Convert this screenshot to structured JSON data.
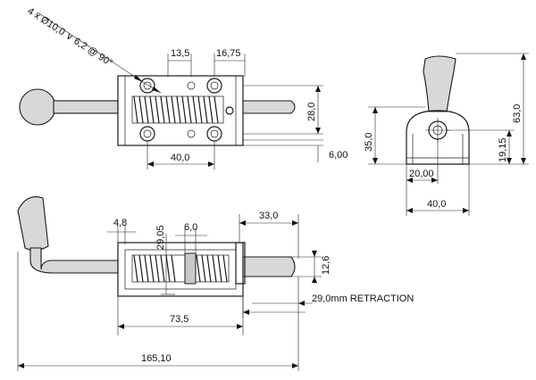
{
  "drawing": {
    "hole_callout": "4 x Ø10,0 ∨ 6,2 @ 90°",
    "top_view": {
      "pitch_a": "13,5",
      "pitch_b": "16,75",
      "hole_spacing_x": "40,0",
      "hole_spacing_y": "28,0",
      "plate_thickness": "6,00"
    },
    "end_view": {
      "overall_height": "63,0",
      "height_to_pin": "35,0",
      "pin_center_height": "19,15",
      "half_width": "20,00",
      "width": "40,0"
    },
    "side_view": {
      "dim_4_8": "4,8",
      "dim_29_05": "29,05",
      "dim_6_0": "6,0",
      "dim_33_0": "33,0",
      "pin_diameter": "12,6",
      "retraction": "29,0mm RETRACTION",
      "body_length": "73,5",
      "overall_length": "165,10"
    }
  }
}
